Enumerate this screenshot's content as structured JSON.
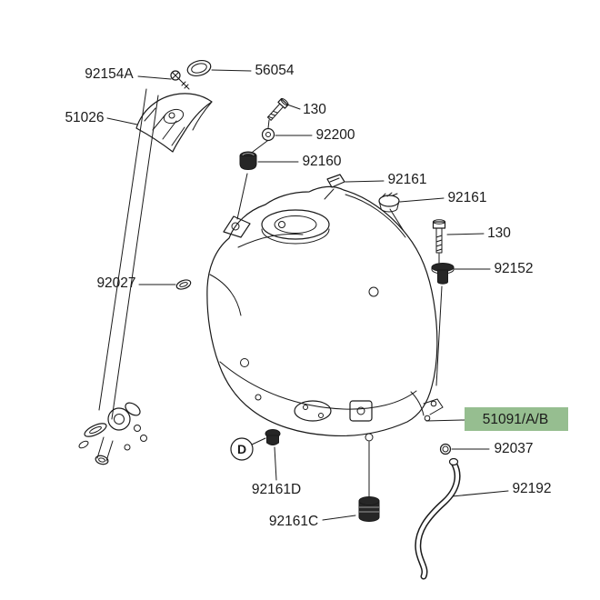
{
  "diagram": {
    "colors": {
      "background": "#ffffff",
      "line": "#1a1a1a",
      "highlight_bg": "#96be90",
      "highlight_text": "#1f2a1f"
    },
    "labels": {
      "screw_top": "92154A",
      "cap_ring": "56054",
      "cover": "51026",
      "bolt_front": "130",
      "washer": "92200",
      "damper_front": "92160",
      "bracket_plate": "92161",
      "cap_rubber": "92161",
      "bolt_rear": "130",
      "grommet_rear": "92152",
      "clip": "92027",
      "tank_highlight": "51091/A/B",
      "oring": "92037",
      "hose": "92192",
      "damper_d": "92161D",
      "damper_c": "92161C",
      "view_marker": "D"
    }
  }
}
